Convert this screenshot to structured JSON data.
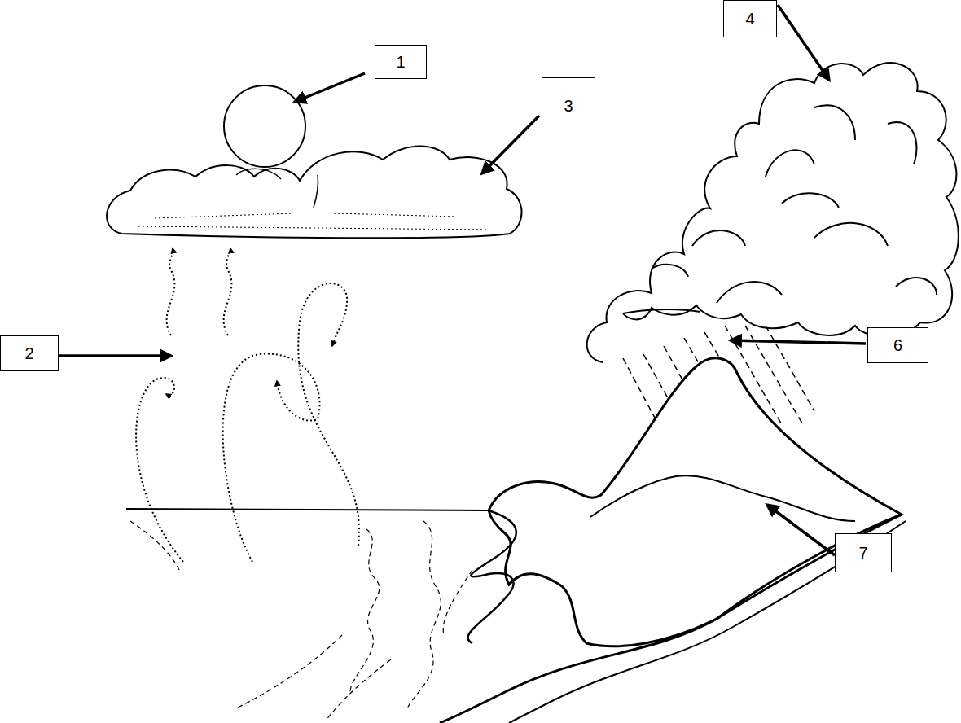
{
  "diagram": {
    "nodes": [
      {
        "text": [
          "4"
        ]
      },
      {
        "text": [
          "1"
        ]
      },
      {
        "text": [
          "3"
        ]
      },
      {
        "text": [
          "2"
        ]
      },
      {
        "text": [
          "6"
        ]
      },
      {
        "text": [
          "7"
        ]
      }
    ]
  }
}
